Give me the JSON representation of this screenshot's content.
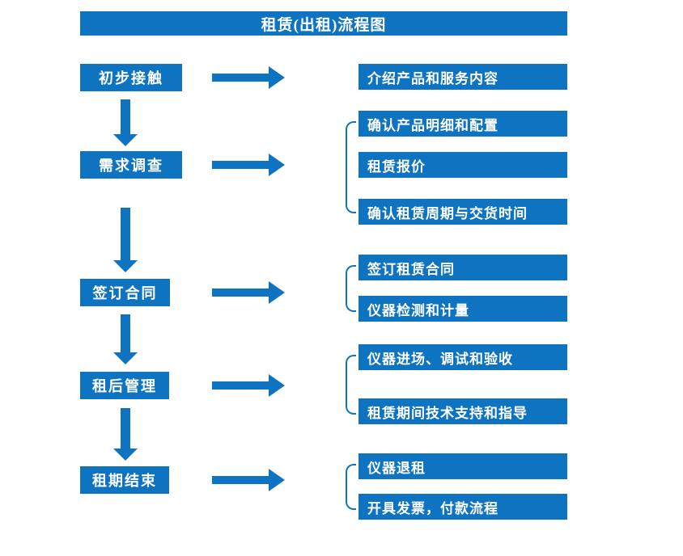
{
  "title": "租赁(出租)流程图",
  "colors": {
    "accent": "#0e73c0",
    "text_on_accent": "#ffffff",
    "background": "#ffffff"
  },
  "stages": [
    {
      "label": "初步接触",
      "outputs": [
        "介绍产品和服务内容"
      ]
    },
    {
      "label": "需求调查",
      "outputs": [
        "确认产品明细和配置",
        "租赁报价",
        "确认租赁周期与交货时间"
      ]
    },
    {
      "label": "签订合同",
      "outputs": [
        "签订租赁合同",
        "仪器检测和计量"
      ]
    },
    {
      "label": "租后管理",
      "outputs": [
        "仪器进场、调试和验收",
        "租赁期间技术支持和指导"
      ]
    },
    {
      "label": "租期结束",
      "outputs": [
        "仪器退租",
        "开具发票，付款流程"
      ]
    }
  ]
}
